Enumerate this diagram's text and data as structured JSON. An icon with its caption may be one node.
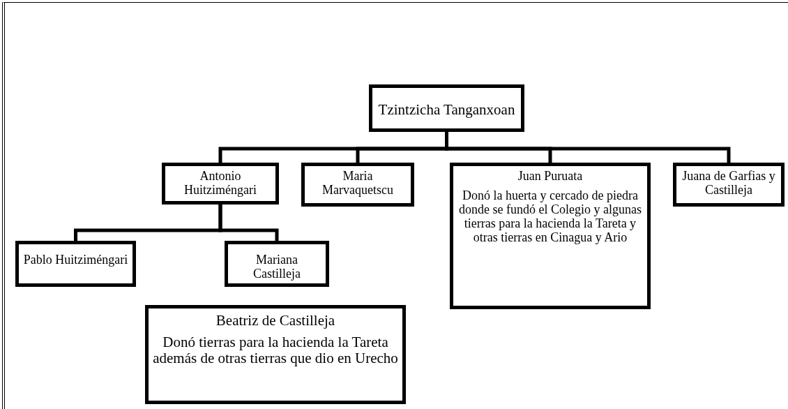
{
  "diagram": {
    "nodes": [
      {
        "text": [
          "Tzintzicha Tanganxoan"
        ]
      },
      {
        "text": [
          "Antonio Huitziméngari"
        ]
      },
      {
        "text": [
          "Maria Marvaquetscu"
        ]
      },
      {
        "text": [
          "Juan Puruata",
          "Donó la huerta y cercado de piedra donde se fundó el Colegio y algunas tierras para la hacienda la Tareta y otras tierras en Cinagua y Ario"
        ]
      },
      {
        "text": [
          "Juana de Garfias y Castilleja"
        ]
      },
      {
        "text": [
          "Pablo Huitziméngari"
        ]
      },
      {
        "text": [
          "Mariana Castilleja"
        ]
      },
      {
        "text": [
          "Beatriz de Castilleja",
          "Donó tierras para la hacienda la Tareta además de otras tierras que dio en Urecho"
        ]
      }
    ],
    "edges": [
      {
        "from": 0,
        "to": 1,
        "arrow": "none"
      },
      {
        "from": 0,
        "to": 2,
        "arrow": "none"
      },
      {
        "from": 0,
        "to": 3,
        "arrow": "none"
      },
      {
        "from": 0,
        "to": 4,
        "arrow": "none"
      },
      {
        "from": 1,
        "to": 5,
        "arrow": "none"
      },
      {
        "from": 1,
        "to": 6,
        "arrow": "none"
      }
    ]
  }
}
